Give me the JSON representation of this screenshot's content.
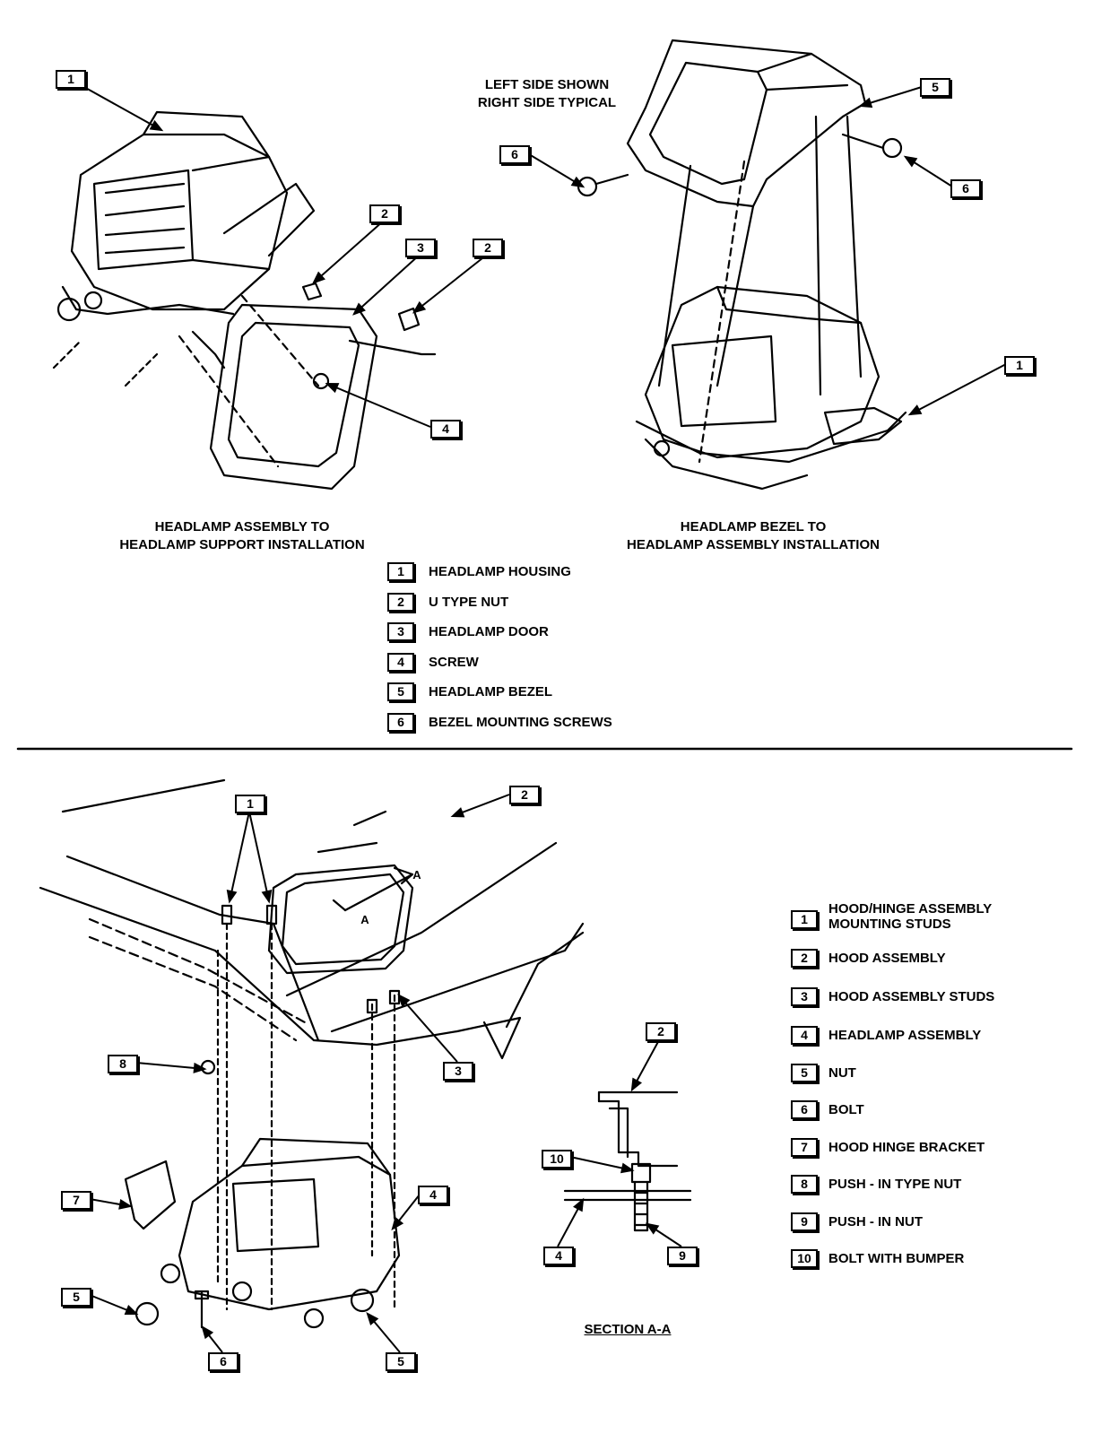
{
  "top": {
    "left_caption": [
      "HEADLAMP ASSEMBLY TO",
      "HEADLAMP SUPPORT INSTALLATION"
    ],
    "right_caption": [
      "HEADLAMP BEZEL TO",
      "HEADLAMP ASSEMBLY INSTALLATION"
    ],
    "note": [
      "LEFT SIDE SHOWN",
      "RIGHT SIDE TYPICAL"
    ],
    "legend": [
      {
        "num": "1",
        "label": "HEADLAMP HOUSING"
      },
      {
        "num": "2",
        "label": "U TYPE NUT"
      },
      {
        "num": "3",
        "label": "HEADLAMP DOOR"
      },
      {
        "num": "4",
        "label": "SCREW"
      },
      {
        "num": "5",
        "label": "HEADLAMP BEZEL"
      },
      {
        "num": "6",
        "label": "BEZEL MOUNTING SCREWS"
      }
    ],
    "callouts": [
      "1",
      "2",
      "3",
      "2",
      "4",
      "5",
      "6",
      "6",
      "1"
    ]
  },
  "bottom": {
    "section_title": "SECTION A-A",
    "section_marks": [
      "A",
      "A"
    ],
    "legend": [
      {
        "num": "1",
        "label": "HOOD/HINGE ASSEMBLY MOUNTING STUDS"
      },
      {
        "num": "2",
        "label": "HOOD ASSEMBLY"
      },
      {
        "num": "3",
        "label": "HOOD ASSEMBLY STUDS"
      },
      {
        "num": "4",
        "label": "HEADLAMP ASSEMBLY"
      },
      {
        "num": "5",
        "label": "NUT"
      },
      {
        "num": "6",
        "label": "BOLT"
      },
      {
        "num": "7",
        "label": "HOOD HINGE BRACKET"
      },
      {
        "num": "8",
        "label": "PUSH - IN TYPE NUT"
      },
      {
        "num": "9",
        "label": "PUSH - IN NUT"
      },
      {
        "num": "10",
        "label": "BOLT WITH BUMPER"
      }
    ],
    "callouts": [
      "1",
      "2",
      "3",
      "8",
      "7",
      "4",
      "5",
      "6",
      "5",
      "2",
      "10",
      "4",
      "9"
    ]
  }
}
